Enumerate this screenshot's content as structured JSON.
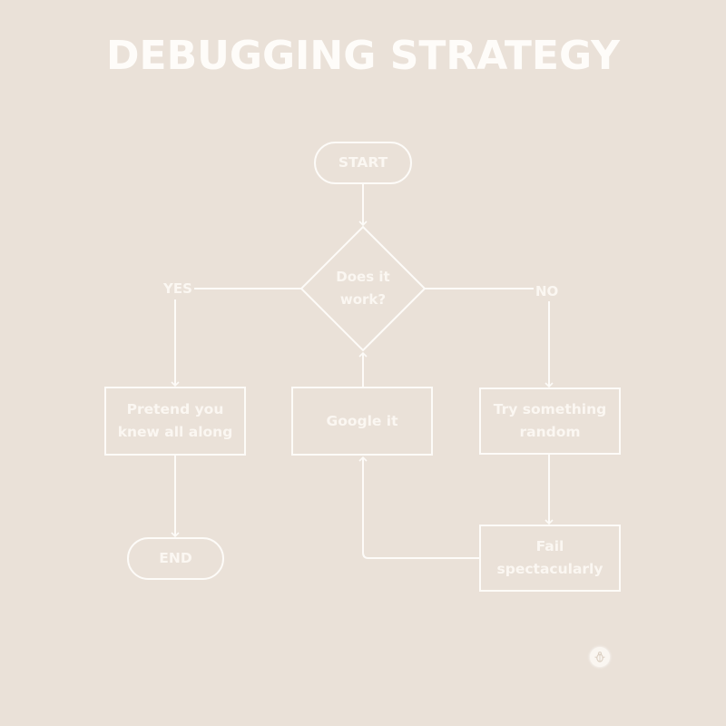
{
  "title": "DEBUGGING STRATEGY",
  "colors": {
    "background": "#EAE1D8",
    "stroke": "#FDFBF8",
    "text": "#FBF7F2"
  },
  "nodes": {
    "start": {
      "label": "START",
      "shape": "terminal"
    },
    "decision": {
      "label": "Does it\nwork?",
      "shape": "diamond"
    },
    "pretend": {
      "label": "Pretend you\nknew all along",
      "shape": "process"
    },
    "google": {
      "label": "Google it",
      "shape": "process"
    },
    "random": {
      "label": "Try something\nrandom",
      "shape": "process"
    },
    "fail": {
      "label": "Fail\nspectacularly",
      "shape": "process"
    },
    "end": {
      "label": "END",
      "shape": "terminal"
    }
  },
  "edge_labels": {
    "yes": "YES",
    "no": "NO"
  },
  "edges": [
    {
      "from": "START",
      "to": "Does it work?"
    },
    {
      "from": "Does it work?",
      "to": "Pretend you knew all along",
      "label": "YES"
    },
    {
      "from": "Does it work?",
      "to": "Try something random",
      "label": "NO"
    },
    {
      "from": "Pretend you knew all along",
      "to": "END"
    },
    {
      "from": "Try something random",
      "to": "Fail spectacularly"
    },
    {
      "from": "Fail spectacularly",
      "to": "Google it"
    },
    {
      "from": "Google it",
      "to": "Does it work?"
    }
  ],
  "footer": {
    "icon": "bug-logo-icon"
  }
}
